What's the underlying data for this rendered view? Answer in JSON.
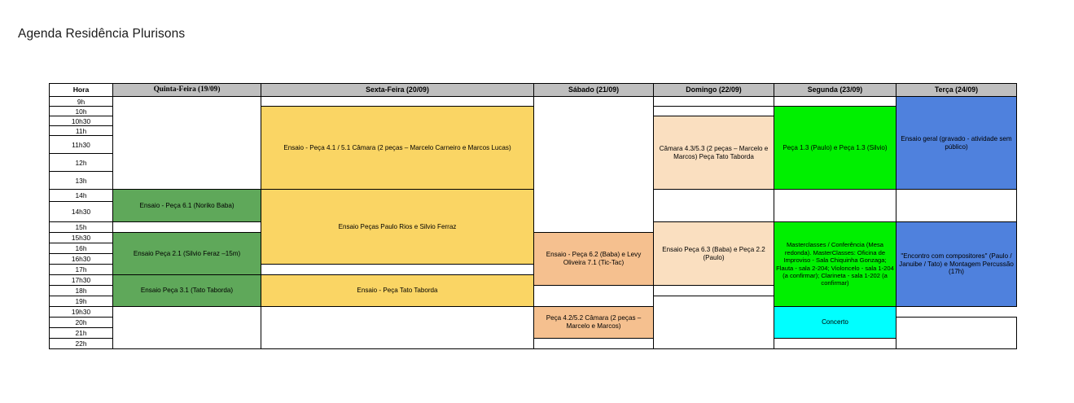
{
  "page": {
    "title": "Agenda Residência Plurisons"
  },
  "table": {
    "headers": [
      "Hora",
      "Quinta-Feira (19/09)",
      "Sexta-Feira (20/09)",
      "Sábado (21/09)",
      "Domingo (22/09)",
      "Segunda (23/09)",
      "Terça (24/09)"
    ],
    "times": [
      "9h",
      "10h",
      "10h30",
      "11h",
      "11h30",
      "12h",
      "13h",
      "14h",
      "14h30",
      "15h",
      "15h30",
      "16h",
      "16h30",
      "17h",
      "17h30",
      "18h",
      "19h",
      "19h30",
      "20h",
      "21h",
      "22h"
    ],
    "events": {
      "quinta_1": "Ensaio - Peça 6.1 (Noriko Baba)",
      "quinta_2": "Ensaio Peça 2.1 (Silvio Feraz –15m)",
      "quinta_3": "Ensaio Peça 3.1 (Tato Taborda)",
      "sexta_1": "Ensaio - Peça 4.1 / 5.1 Câmara (2 peças – Marcelo Carneiro e Marcos Lucas)",
      "sexta_2": "Ensaio Peças Paulo Rios e Silvio Ferraz",
      "sexta_3": "Ensaio - Peça Tato Taborda",
      "sabado_1": "Ensaio - Peça 6.2 (Baba) e Levy Oliveira 7.1 (Tic-Tac)",
      "sabado_2": "Peça 4.2/5.2 Câmara (2 peças – Marcelo e Marcos)",
      "domingo_1": "Câmara 4.3/5.3 (2 peças – Marcelo e Marcos) Peça Tato Taborda",
      "domingo_2": "Ensaio Peça 6.3 (Baba) e Peça 2.2 (Paulo)",
      "segunda_1": "Peça 1.3 (Paulo) e Peça 1.3 (Silvio)",
      "segunda_2": "Masterclasses / Conferência (Mesa redonda). MasterClasses: Oficina de Improviso - Sala Chiquinha Gonzaga; Flauta - sala 2-204; Violoncelo - sala 1-204 (a confirmar); Clarineta - sala 1-202 (a confirmar)",
      "terca_1": "Ensaio geral (gravado - atividade sem público)",
      "terca_2": "\"Encontro com compositores\" (Paulo / Januibe / Tato) e Montagem Percussão (17h)",
      "terca_3": "Concerto"
    },
    "colors": {
      "header_bg": "#bfbfbf",
      "green": "#5fa85a",
      "yellow": "#fad564",
      "peach": "#fadfc0",
      "orange": "#f5c08f",
      "lime": "#00f000",
      "blue": "#4f81dd",
      "cyan": "#00ffff"
    }
  }
}
